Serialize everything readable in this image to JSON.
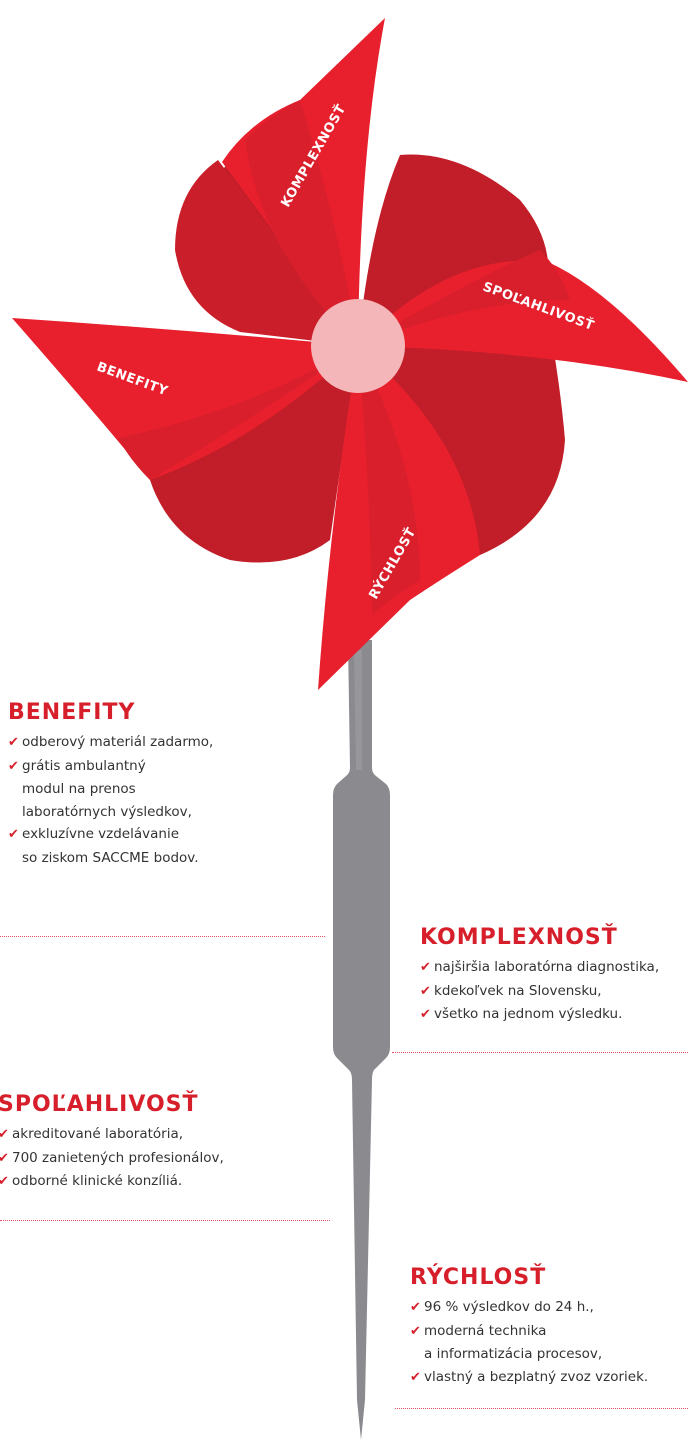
{
  "pinwheel": {
    "blades": [
      "KOMPLEXNOSŤ",
      "SPOĽAHLIVOSŤ",
      "RÝCHLOSŤ",
      "BENEFITY"
    ]
  },
  "sections": {
    "benefity": {
      "title": "BENEFITY",
      "items": [
        "odberový materiál zadarmo,",
        "grátis ambulantný",
        "modul na prenos",
        "laboratórnych výsledkov,",
        "exkluzívne vzdelávanie",
        "so ziskom SACCME bodov."
      ]
    },
    "komplexnost": {
      "title": "KOMPLEXNOSŤ",
      "items": [
        "najširšia laboratórna diagnostika,",
        "kdekoľvek na Slovensku,",
        "všetko na jednom výsledku."
      ]
    },
    "spolahlivost": {
      "title": "SPOĽAHLIVOSŤ",
      "items": [
        "akreditované laboratória,",
        "700 zanietených profesionálov,",
        "odborné klinické konzíliá."
      ]
    },
    "rychlost": {
      "title": "RÝCHLOSŤ",
      "items": [
        "96 % výsledkov do 24 h.,",
        "moderná technika",
        "a informatizácia procesov,",
        "vlastný a bezplatný zvoz vzoriek."
      ]
    }
  },
  "colors": {
    "accent": "#d71f2b",
    "blade_light": "#e8202d",
    "blade_dark": "#c11e29",
    "hub": "#f4b6b8",
    "stick": "#8a8a8f",
    "text": "#333333"
  },
  "icons": {
    "bullet": "checkmark-icon"
  }
}
